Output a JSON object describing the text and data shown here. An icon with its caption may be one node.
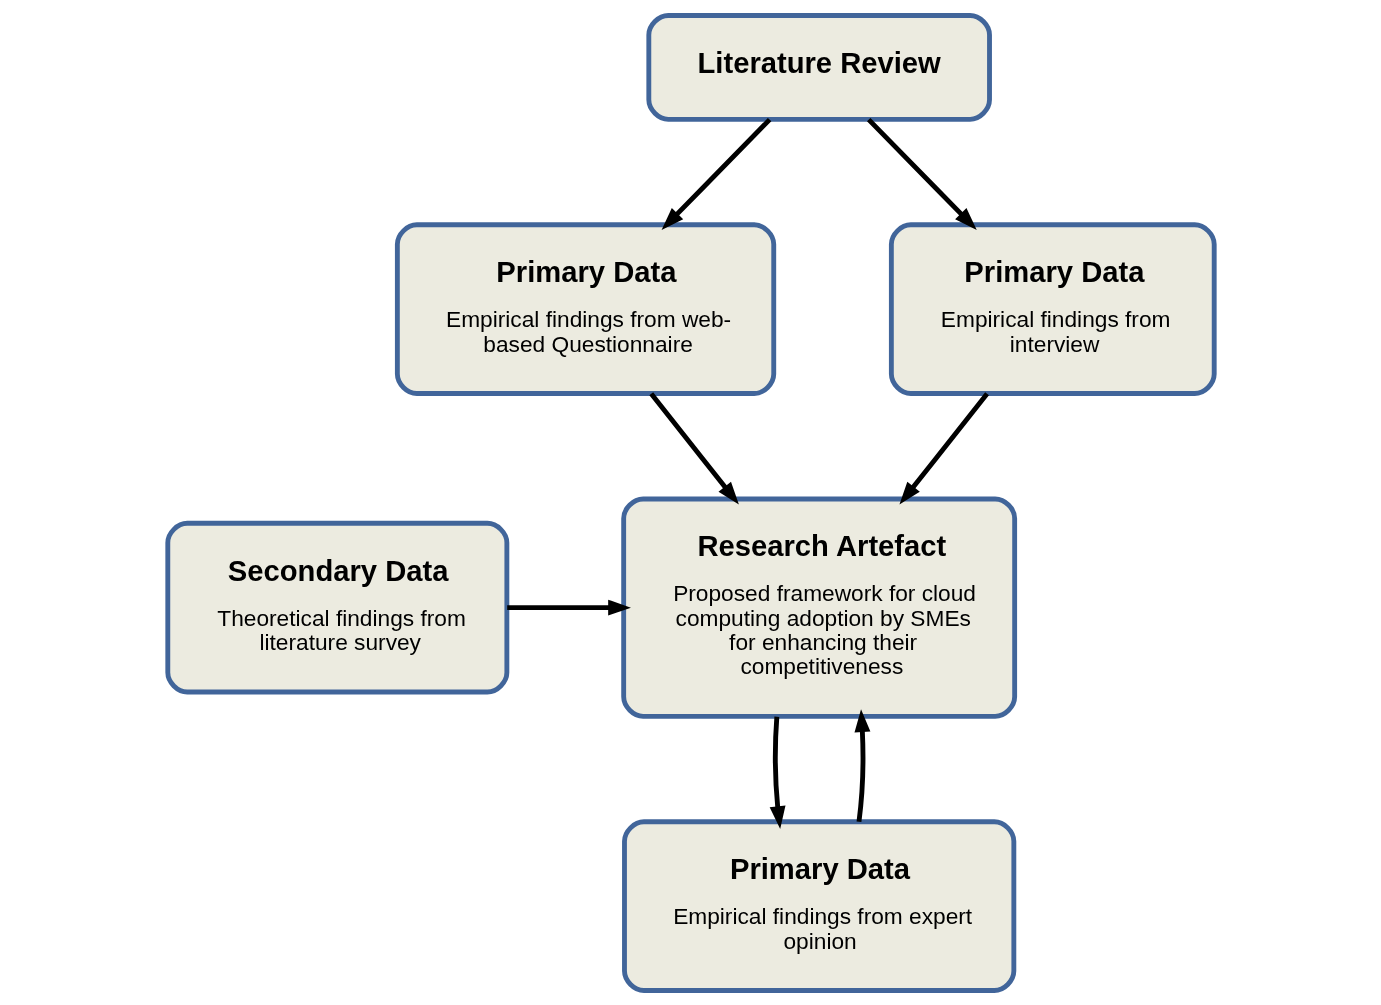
{
  "diagram": {
    "nodes": [
      {
        "text": [
          "Literature Review"
        ]
      },
      {
        "text": [
          "Primary Data",
          "Empirical findings from web-based Questionnaire"
        ]
      },
      {
        "text": [
          "Primary Data",
          "Empirical findings from interview"
        ]
      },
      {
        "text": [
          "Research Artefact",
          "Proposed framework for cloud computing adoption by SMEs for enhancing their competitiveness"
        ]
      },
      {
        "text": [
          "Secondary Data",
          "Theoretical findings from literature survey"
        ]
      },
      {
        "text": [
          "Primary Data",
          "Empirical findings from expert opinion"
        ]
      }
    ],
    "edges": [
      {
        "from": 0,
        "to": 1,
        "arrow": "to"
      },
      {
        "from": 0,
        "to": 2,
        "arrow": "to"
      },
      {
        "from": 1,
        "to": 3,
        "arrow": "to"
      },
      {
        "from": 2,
        "to": 3,
        "arrow": "to"
      },
      {
        "from": 4,
        "to": 3,
        "arrow": "to"
      },
      {
        "from": 5,
        "to": 3,
        "arrow": "to"
      },
      {
        "from": 3,
        "to": 5,
        "arrow": "to"
      }
    ]
  }
}
